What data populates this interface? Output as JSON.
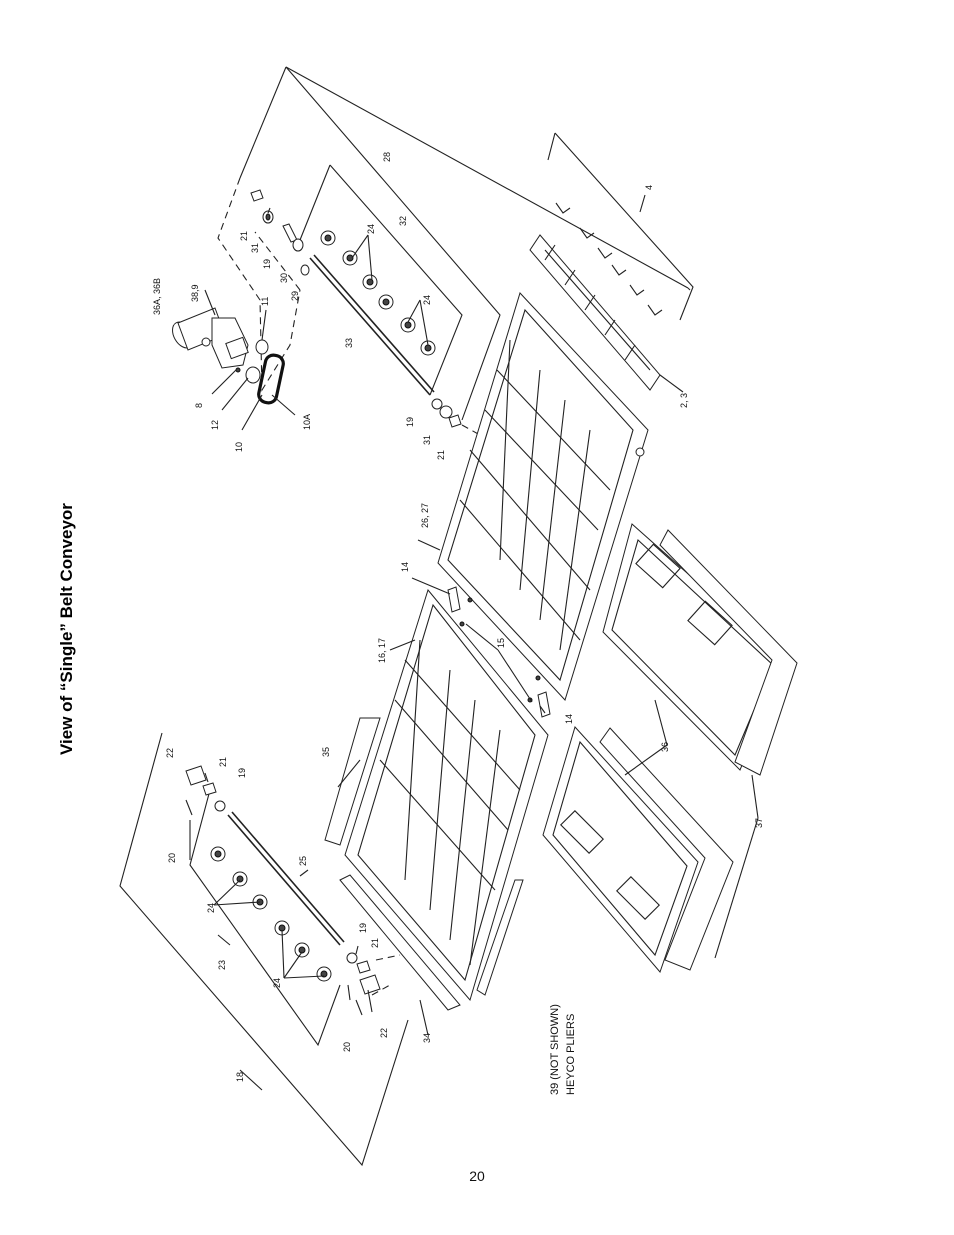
{
  "title": "View of “Single” Belt Conveyor",
  "page_number": "20",
  "note": {
    "line1": "39 (NOT SHOWN)",
    "line2": "HEYCO PLIERS"
  },
  "callouts": {
    "c2_3": "2, 3",
    "c4": "4",
    "c8": "8",
    "c10": "10",
    "c10a": "10A",
    "c11": "11",
    "c12": "12",
    "c14a": "14",
    "c14b": "14",
    "c15": "15",
    "c16_17": "16, 17",
    "c18": "18",
    "c19a": "19",
    "c19b": "19",
    "c19c": "19",
    "c19d": "19",
    "c20a": "20",
    "c20b": "20",
    "c21a": "21",
    "c21b": "21",
    "c21c": "21",
    "c21d": "21",
    "c22a": "22",
    "c22b": "22",
    "c23": "23",
    "c24a": "24",
    "c24b": "24",
    "c24c": "24",
    "c24d": "24",
    "c25": "25",
    "c26_27": "26, 27",
    "c28": "28",
    "c29": "29",
    "c30": "30",
    "c31a": "31",
    "c31b": "31",
    "c32": "32",
    "c33": "33",
    "c34": "34",
    "c35": "35",
    "c36": "36",
    "c36ab": "36A, 36B",
    "c37": "37",
    "c38_9": "38,9"
  }
}
